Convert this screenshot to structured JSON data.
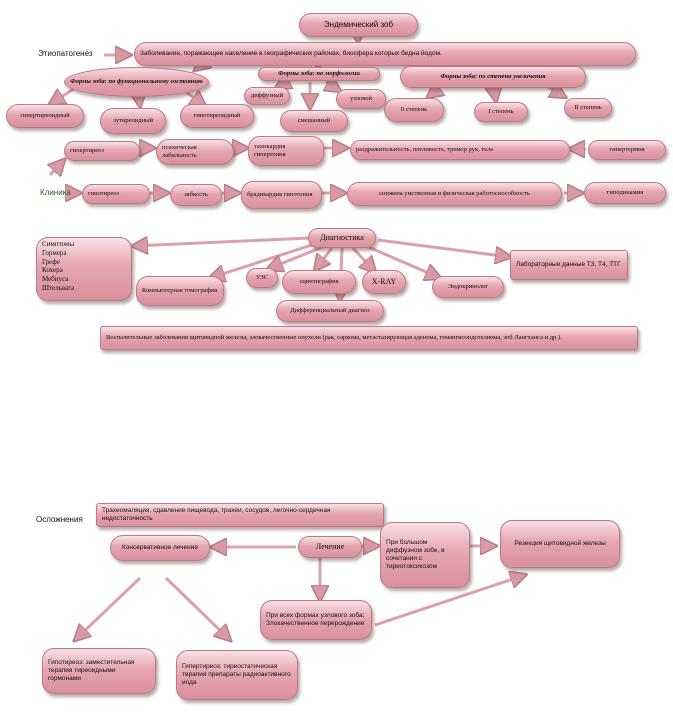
{
  "title": "Эндемический зоб",
  "labels": {
    "etiopathogenesis": "Этиопатогенез",
    "clinic": "Клиника",
    "complications": "Осложнения"
  },
  "etiology_text": "Заболевание, поражающее население в географических районах, биосфера которых бедна йодом.",
  "forms": {
    "functional": {
      "title": "Формы зоба: по функциональному состоянию",
      "items": [
        "гипертиреоидный",
        "эутиреоидный",
        "гипотиреоидный"
      ]
    },
    "morphology": {
      "title": "Формы зоба: по морфологии",
      "items": [
        "диффузный",
        "узловой",
        "смешанный"
      ]
    },
    "degree": {
      "title": "Формы зоба: по степени увеличения",
      "items": [
        "0 степень",
        "I степень",
        "II степень"
      ]
    }
  },
  "clinic": {
    "hyper": {
      "state": "гипертиреоз",
      "psych": "психическая лабильность",
      "cardio": "тахикардия гипертония",
      "symptoms": "раздражительность, потливость, тремор рук, тела",
      "extra": "гипертермия"
    },
    "hypo": {
      "state": "гипотиреоз",
      "chill": "зябкость",
      "cardio": "брадикардия гипотония",
      "symptoms": "снижена умственная и физическая работоспособность",
      "extra": "гиподинамия"
    }
  },
  "diagnostics": {
    "title": "Диагностика",
    "symptoms": [
      "Симптомы",
      "Гормера",
      "Грефе",
      "Кохера",
      "Мебиуса",
      "Штельвага"
    ],
    "ct": "Компьютерная томография",
    "us": "УЗС",
    "scint": "сцинтиграфия",
    "xray": "X-RAY",
    "endo": "Эндокринолог",
    "lab": "Лабораторные данные Т3, Т4, ТТГ",
    "diff": "Дифференциальный диагноз",
    "diff_text": "Воспалительные заболевания щитовидной железы, злокачественные опухоли (рак, саркома, метастазирующая аденома, гемангиоэндотелиома, зоб Лангханса и др.)."
  },
  "complications_text": "Трахеомаляция, сдавление пищевода, трахеи, сосудов, легочно-сердечная недостаточность",
  "treatment": {
    "title": "Лечение",
    "conservative": "Консервативное лечение",
    "diffuse": "При большом диффузном зобе, в сочетании с тиреотоксикозом",
    "resection": "Резекция щитовидной железы",
    "nodular": "При всех формах узлового зоба; Злокачественное перерождение",
    "hypo": "Гипотиреоз: заместительная терапия тиреоидными гормонами",
    "hyper": "Гипертиреоз: тиреостатическая терапия препараты радиоактивного иода"
  }
}
